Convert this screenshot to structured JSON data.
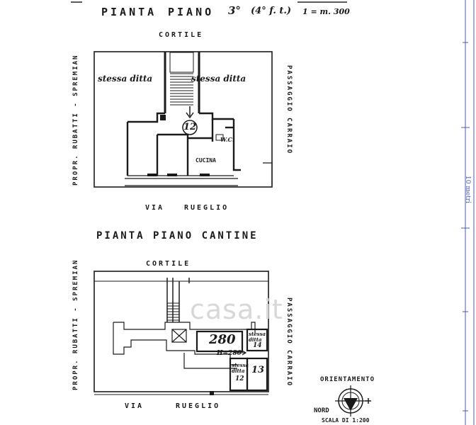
{
  "title_upper": {
    "pianta": "PIANTA",
    "piano": "PIANO",
    "floor": "3°",
    "floor_note": "(4° f. t.)",
    "scale": "1 = m. 300"
  },
  "title_lower": "PIANTA PIANO CANTINE",
  "upper_plan": {
    "north_label": "CORTILE",
    "south_label_1": "VIA",
    "south_label_2": "RUEGLIO",
    "west_label": "PROPR. RUBATTI - SPREMIAN",
    "east_label": "PASSAGGIO CARRAIO",
    "left_wing": "stessa ditta",
    "right_wing": "stessa ditta",
    "unit_number": "12",
    "kitchen": "CUCINA",
    "wc": "W.C."
  },
  "lower_plan": {
    "north_label": "CORTILE",
    "south_label_1": "VIA",
    "south_label_2": "RUEGLIO",
    "west_label": "PROPR. RUBATTI - SPREMIAN",
    "east_label": "PASSAGGIO CARRAIO",
    "cellar_height_big": "280",
    "cellar_height_note": "H=280",
    "stessa_ditta_14": "stessa ditta",
    "num_14": "14",
    "stessa_ditta_12": "stessa ditta",
    "num_12": "12",
    "num_13": "13"
  },
  "orientation": {
    "title": "ORIENTAMENTO",
    "north": "NORD",
    "scale": "SCALA DI 1:200"
  },
  "ruler": {
    "label": "10 metri",
    "color": "#4a5ab0"
  },
  "watermark": "casa.it"
}
